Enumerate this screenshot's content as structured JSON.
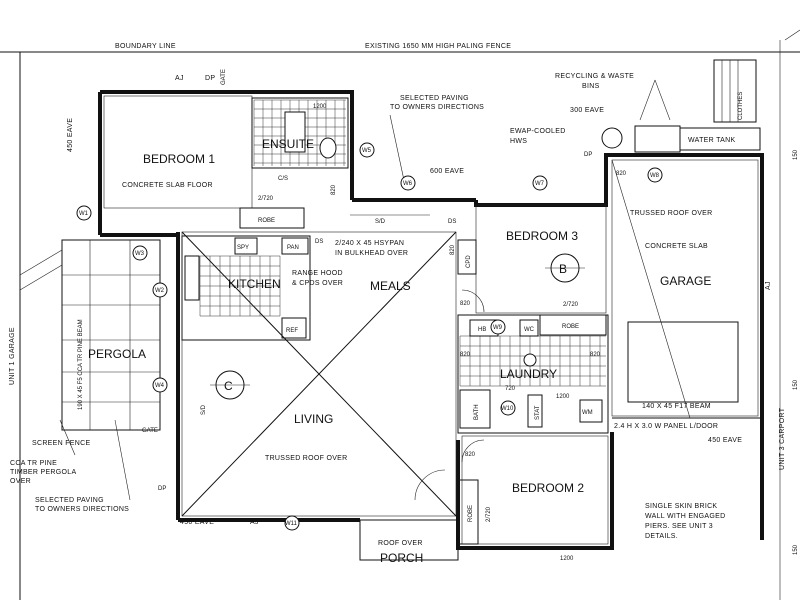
{
  "labels": {
    "boundary_line": "BOUNDARY LINE",
    "paling_fence": "EXISTING 1650 MM HIGH PALING FENCE",
    "recycling": "RECYCLING & WASTE",
    "bins": "BINS",
    "eave_300": "300 EAVE",
    "evap_cooled": "EWAP-COOLED",
    "hws": "HWS",
    "water_tank": "WATER TANK",
    "clothes": "CLOTHES",
    "selected_paving_top_1": "SELECTED PAVING",
    "selected_paving_top_2": "TO OWNERS DIRECTIONS",
    "eave_450_left": "450 EAVE",
    "eave_600": "600 EAVE",
    "gate_top": "GATE",
    "aj_top": "AJ",
    "dp_top": "DP",
    "dp_right": "DP",
    "bedroom1": "BEDROOM 1",
    "concrete_slab_floor": "CONCRETE SLAB FLOOR",
    "ensuite": "ENSUITE",
    "cs": "C/S",
    "dim_2720_a": "2/720",
    "dim_820_a": "820",
    "dim_1200": "1200",
    "robe_b1": "ROBE",
    "sd_hall": "S/D",
    "ds_hall": "DS",
    "ds_hall_right": "DS",
    "hsypan": "2/240 X 45 HSYPAN",
    "bulkhead": "IN BULKHEAD OVER",
    "spy": "SPY",
    "pan": "PAN",
    "kitchen": "KITCHEN",
    "rangehood_1": "RANGE HOOD",
    "rangehood_2": "& CPDS OVER",
    "ref": "REF",
    "meals": "MEALS",
    "bedroom3": "BEDROOM 3",
    "cpd": "CPD",
    "dim_820_b": "820",
    "dim_820_c": "820",
    "dim_2720_b": "2/720",
    "dim_820_d": "820",
    "robe_b3": "ROBE",
    "hb": "HB",
    "wc": "WC",
    "laundry": "LAUNDRY",
    "dim_720": "720",
    "dim_820_e": "820",
    "dim_820_f": "820",
    "dim_1200b": "1200",
    "bath": "BATH",
    "stat": "STAT",
    "wm": "WM",
    "garage": "GARAGE",
    "trussed_roof_garage": "TRUSSED ROOF OVER",
    "concrete_slab": "CONCRETE SLAB",
    "beam": "140 X 45 F17 BEAM",
    "panel_door": "2.4 H X 3.0 W PANEL L/DOOR",
    "eave_450_garage": "450 EAVE",
    "aj_right": "AJ",
    "unit3_carport": "UNIT 3 CARPORT",
    "living": "LIVING",
    "trussed_roof_living": "TRUSSED ROOF OVER",
    "sd_living": "S/D",
    "pergola": "PERGOLA",
    "beam_vertical": "190 X 45 F5 CCA TR PINE BEAM",
    "unit1_garage": "UNIT 1 GARAGE",
    "screen_fence": "SCREEN FENCE",
    "cca_1": "CCA TR PINE",
    "cca_2": "TIMBER PERGOLA",
    "cca_3": "OVER",
    "paving_bottom_1": "SELECTED PAVING",
    "paving_bottom_2": "TO OWNERS DIRECTIONS",
    "gate_bottom": "GATE",
    "dp_bottom": "DP",
    "eave_450_bottom": "450 EAVE",
    "aj_bottom": "AJ",
    "roof_over": "ROOF OVER",
    "porch": "PORCH",
    "bedroom2": "BEDROOM 2",
    "robe_b2": "ROBE",
    "dim_2720_c": "2/720",
    "dim_820_g": "820",
    "brick_1": "SINGLE SKIN BRICK",
    "brick_2": "WALL WITH ENGAGED",
    "brick_3": "PIERS. SEE UNIT 3",
    "brick_4": "DETAILS.",
    "dim_1200c": "1200",
    "dim_150a": "150",
    "dim_150b": "150",
    "dim_150c": "150"
  },
  "section_markers": {
    "b": "B",
    "c": "C"
  },
  "windows": {
    "w1": "W1",
    "w2": "W2",
    "w3": "W3",
    "w4": "W4",
    "w5": "W5",
    "w6": "W6",
    "w7": "W7",
    "w8": "W8",
    "w9": "W9",
    "w10": "W10",
    "w11": "W11"
  }
}
